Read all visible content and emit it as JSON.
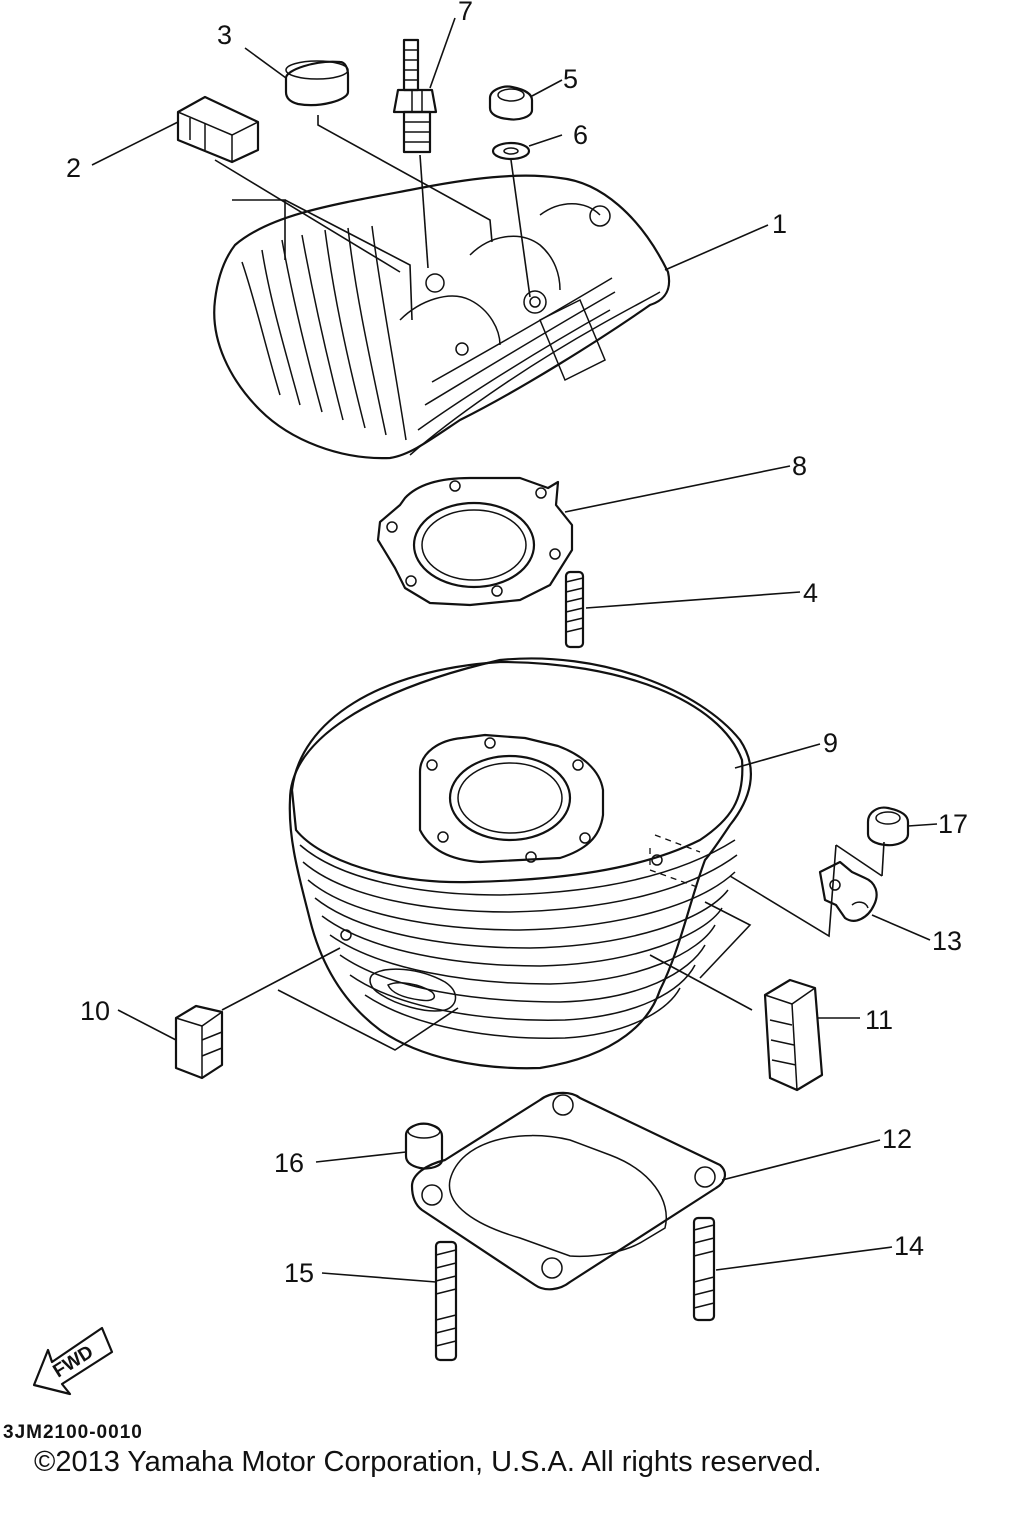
{
  "diagram": {
    "callouts": [
      "1",
      "2",
      "3",
      "4",
      "5",
      "6",
      "7",
      "8",
      "9",
      "10",
      "11",
      "12",
      "13",
      "14",
      "15",
      "16",
      "17"
    ],
    "direction_label": "FWD",
    "drawing_code": "3JM2100-0010"
  },
  "footer": {
    "copyright": "©2013 Yamaha Motor Corporation, U.S.A. All rights reserved."
  }
}
